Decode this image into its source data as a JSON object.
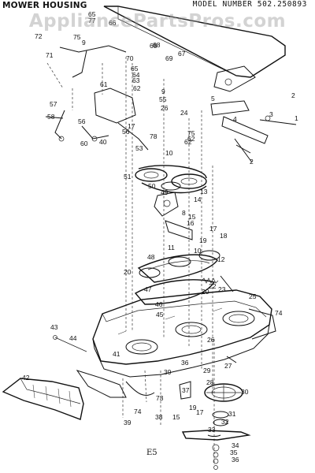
{
  "header": {
    "title": "MOWER HOUSING",
    "model": "MODEL NUMBER 502.250893"
  },
  "watermark": "AppliancePartsPros.com",
  "page_number": "E5",
  "callouts": [
    "65",
    "77",
    "66",
    "75",
    "9",
    "72",
    "71",
    "70",
    "68",
    "69",
    "67",
    "68",
    "65",
    "64",
    "63",
    "61",
    "62",
    "57",
    "55",
    "56",
    "9",
    "26",
    "58",
    "60",
    "40",
    "56",
    "78",
    "53",
    "17",
    "24",
    "62",
    "5",
    "4",
    "2",
    "3",
    "1",
    "75",
    "62",
    "10",
    "2",
    "51",
    "50",
    "49",
    "13",
    "15",
    "14",
    "16",
    "8",
    "17",
    "18",
    "19",
    "11",
    "10",
    "12",
    "48",
    "20",
    "47",
    "22",
    "23",
    "46",
    "25",
    "74",
    "45",
    "20",
    "43",
    "44",
    "41",
    "36",
    "26",
    "27",
    "42",
    "39",
    "29",
    "28",
    "30",
    "37",
    "31",
    "74",
    "73",
    "38",
    "15",
    "39",
    "17",
    "19",
    "32",
    "33",
    "34",
    "35",
    "36"
  ]
}
